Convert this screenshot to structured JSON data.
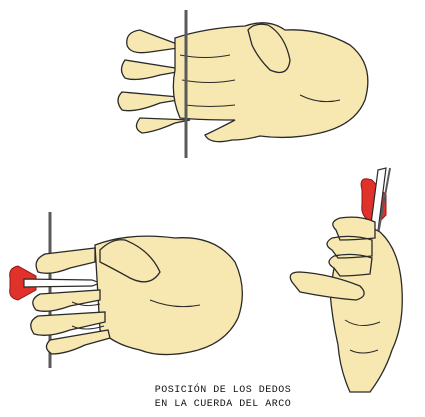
{
  "figure": {
    "caption_line1": "POSICIÓN DE LOS DEDOS",
    "caption_line2": "EN LA CUERDA DEL ARCO"
  },
  "colors": {
    "skin": "#f7e7b0",
    "outline": "#2a2a2a",
    "string": "#5a5a5a",
    "fletching": "#e0312b",
    "background": "#ffffff"
  },
  "illustrations": [
    {
      "name": "open-hand-behind-bowstring"
    },
    {
      "name": "hand-drawing-arrow-side-view"
    },
    {
      "name": "hand-holding-arrow-front-view"
    }
  ]
}
